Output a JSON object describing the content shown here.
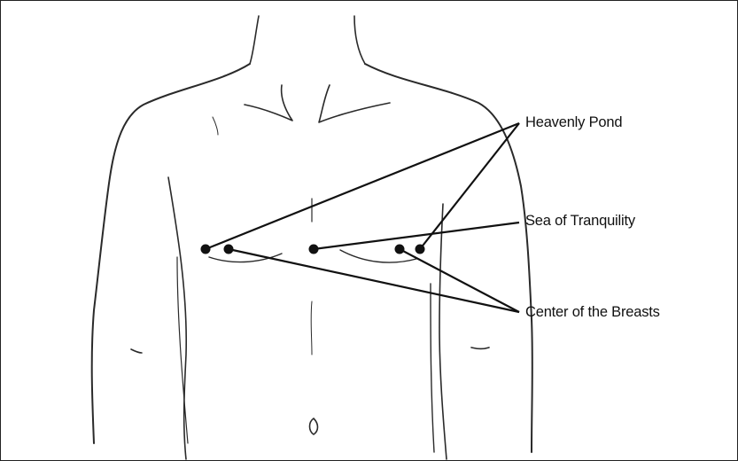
{
  "figure": {
    "labels": {
      "heavenly_pond": "Heavenly Pond",
      "sea_of_tranquility": "Sea of Tranquility",
      "center_of_breasts": "Center of the Breasts"
    },
    "colors": {
      "outline": "#2a2a2a",
      "point": "#111111",
      "leader": "#111111"
    }
  }
}
